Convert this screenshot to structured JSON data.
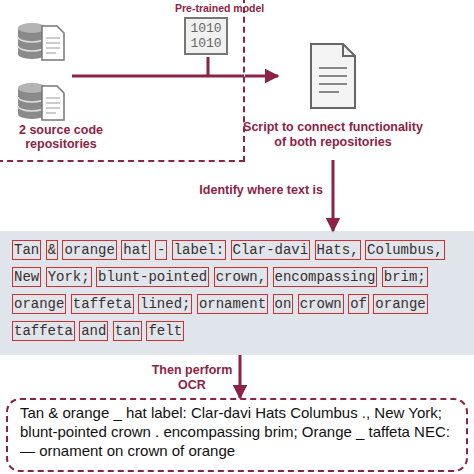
{
  "diagram": {
    "nodes": [
      {
        "text": [
          "2 source code repositories"
        ]
      },
      {
        "text": [
          "Pre-trained model",
          "1010 1010"
        ],
        "in": 0
      },
      {
        "text": [
          "Script to connect functionality of both repositories"
        ]
      },
      {
        "text": [
          "Tan & orange hat - label: Clar-davi Hats, Columbus, New York; blunt-pointed crown, encompassing brim; orange taffeta lined; ornament on crown of orange taffeta and tan felt"
        ]
      },
      {
        "text": [
          "Tan & orange _ hat label: Clar-davi Hats Columbus ., New York; blunt-pointed crown . encompassing brim; Orange _ taffeta NEC: — ornament on crown of orange"
        ]
      }
    ],
    "edges": [
      {
        "from": 0,
        "to": 2,
        "arrow": "to"
      },
      {
        "from": 2,
        "to": 3,
        "label": "Identify where text is",
        "arrow": "to"
      },
      {
        "from": 3,
        "to": 4,
        "label": "Then perform OCR",
        "arrow": "to"
      }
    ]
  }
}
